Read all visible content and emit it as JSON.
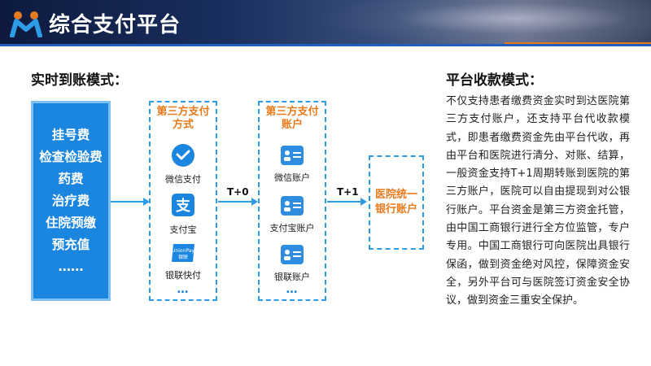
{
  "header": {
    "title": "综合支付平台"
  },
  "left": {
    "heading": "实时到账模式：",
    "items": [
      "挂号费",
      "检查检验费",
      "药费",
      "治疗费",
      "住院预缴",
      "预充值",
      "……"
    ]
  },
  "col1": {
    "title_line1": "第三方支付",
    "title_line2": "方式",
    "items": [
      {
        "label": "微信支付",
        "icon": "wechat-pay-icon"
      },
      {
        "label": "支付宝",
        "icon": "alipay-icon"
      },
      {
        "label": "银联快付",
        "icon": "unionpay-icon"
      }
    ],
    "more": "…",
    "unionpay_text": "UnionPay\n银联"
  },
  "col2": {
    "title_line1": "第三方支付",
    "title_line2": "账户",
    "items": [
      {
        "label": "微信账户",
        "icon": "account-card-icon"
      },
      {
        "label": "支付宝账户",
        "icon": "account-card-icon"
      },
      {
        "label": "银联账户",
        "icon": "account-card-icon"
      }
    ],
    "more": "…"
  },
  "arrows": {
    "t0": "T+0",
    "t1": "T+1"
  },
  "bank": {
    "line1": "医院统一",
    "line2": "银行账户"
  },
  "right": {
    "heading": "平台收款模式：",
    "paragraph": "不仅支持患者缴费资金实时到达医院第三方支付账户，还支持平台代收款模式，即患者缴费资金先由平台代收，再由平台和医院进行清分、对账、结算，一般资金支持T+1周期转账到医院的第三方账户，医院可以自由提现到对公银行账户。平台资金是第三方资金托管，由中国工商银行进行全方位监管，专户专用。中国工商银行可向医院出具银行保函，做到资金绝对风控，保障资金安全，另外平台可与医院签订资金安全协议，做到资金三重安全保护。"
  },
  "colors": {
    "blue": "#1a86e0",
    "orange": "#e87a1c",
    "header_dark": "#0d1a3e"
  }
}
